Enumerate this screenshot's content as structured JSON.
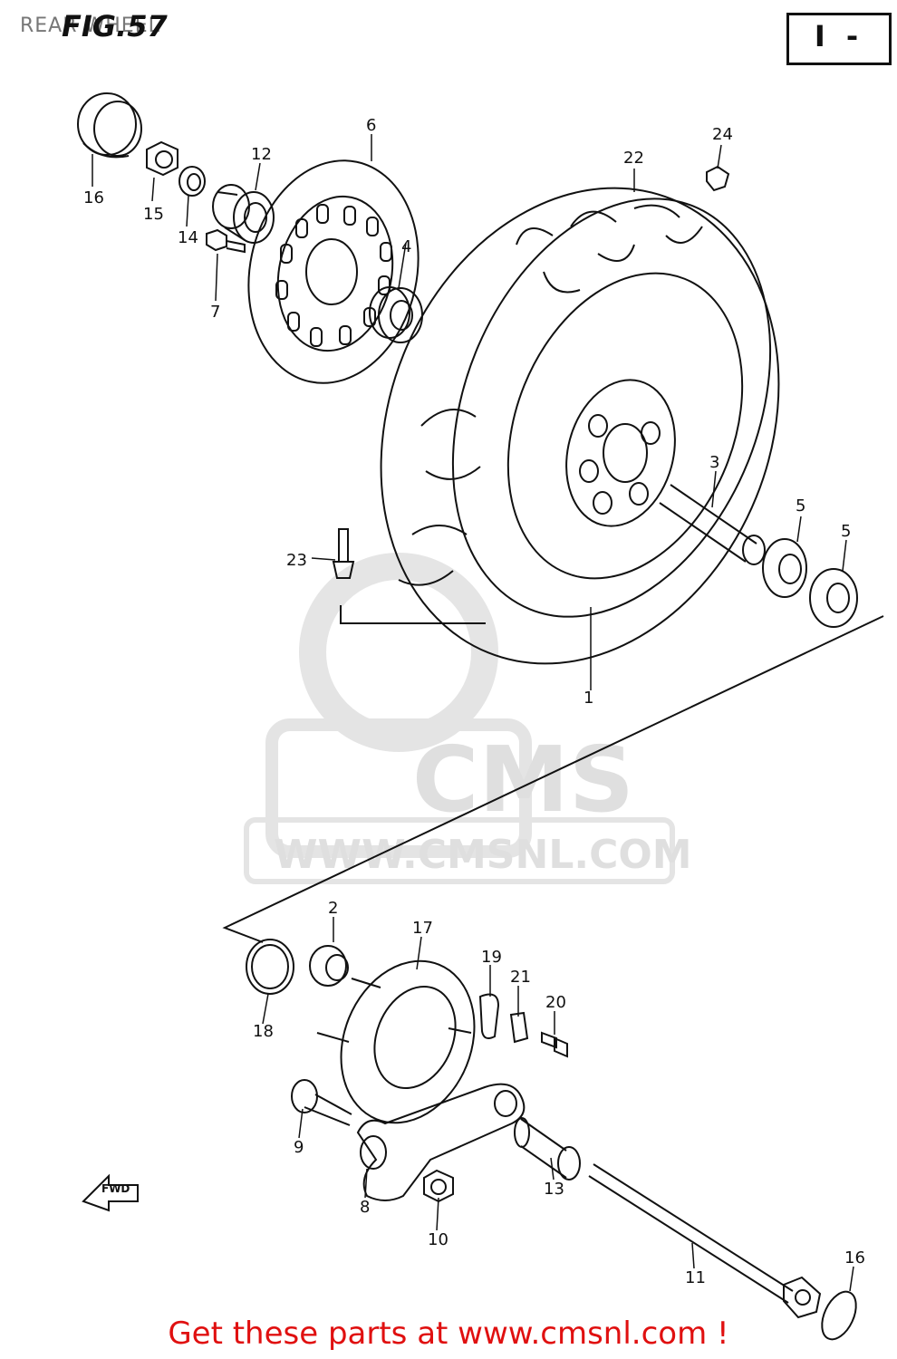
{
  "header": {
    "subtitle": "REAR WHEEL",
    "figure": "FIG.57",
    "badge": "I -"
  },
  "fwd_arrow_label": "FWD",
  "watermark": {
    "brand": "CMS",
    "url": "WWW.CMSNL.COM"
  },
  "footer": "Get these parts at www.cmsnl.com !",
  "callouts": [
    "1",
    "2",
    "3",
    "4",
    "5",
    "5",
    "6",
    "7",
    "8",
    "9",
    "10",
    "11",
    "12",
    "13",
    "14",
    "15",
    "16",
    "16",
    "17",
    "18",
    "19",
    "20",
    "21",
    "22",
    "23",
    "24"
  ],
  "colors": {
    "line": "#111111",
    "footer": "#e01010",
    "watermark": "#dcdcdc"
  }
}
